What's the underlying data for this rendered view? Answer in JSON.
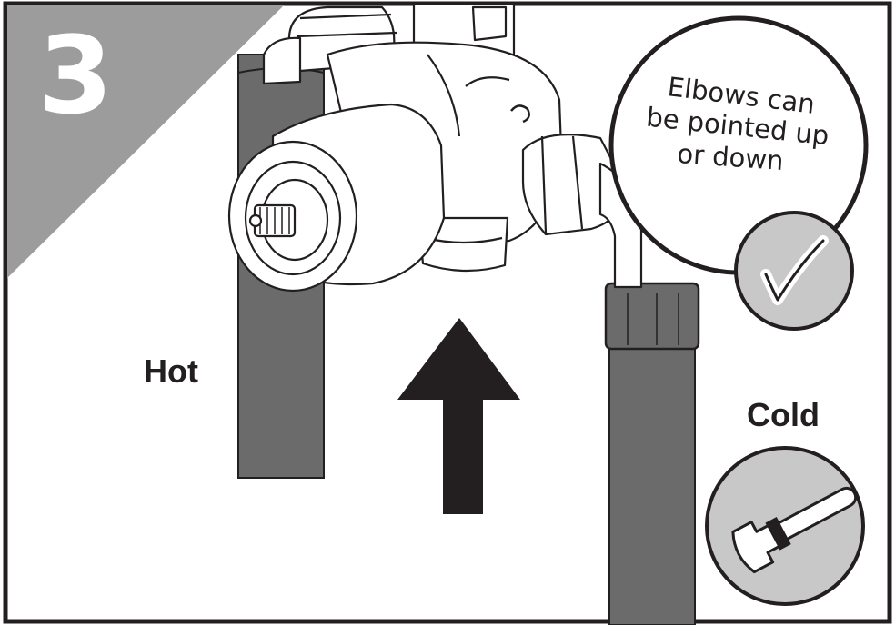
{
  "step": {
    "number": "3"
  },
  "labels": {
    "hot": "Hot",
    "cold": "Cold"
  },
  "callout": {
    "lines": [
      "Elbows can",
      "be pointed up",
      "or down"
    ]
  },
  "icons": {
    "check": "checkmark-icon",
    "wrench": "wrench-icon",
    "arrow": "up-arrow-icon"
  },
  "colors": {
    "pipe": "#6b6b6b",
    "badge": "#9c9c9c",
    "icon_disc": "#c8c8c8",
    "ink": "#231f20"
  }
}
